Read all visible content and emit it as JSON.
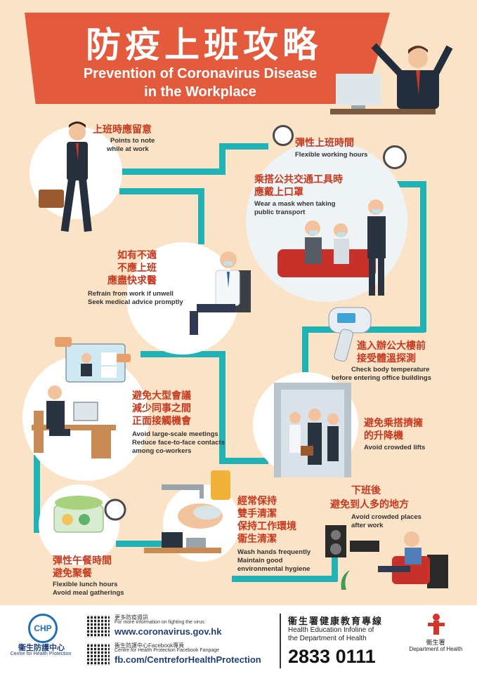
{
  "title": {
    "zh": "防疫上班攻略",
    "en_line1": "Prevention of Coronavirus Disease",
    "en_line2": "in the Workplace"
  },
  "colors": {
    "background": "#fbe3c7",
    "banner": "#e35a3c",
    "path": "#1fb3b6",
    "heading_zh": "#c7391f"
  },
  "sections": {
    "points": {
      "zh1": "上班時應留意",
      "en1": "Points to note",
      "en2": "while at work"
    },
    "flexible_hours": {
      "zh1": "彈性上班時間",
      "en1": "Flexible working hours"
    },
    "transport": {
      "zh1": "乘搭公共交通工具時",
      "zh2": "應戴上口罩",
      "en1": "Wear a mask when taking",
      "en2": "public transport"
    },
    "unwell": {
      "zh1": "如有不適",
      "zh2": "不應上班",
      "zh3": "應盡快求醫",
      "en1": "Refrain from work if unwell",
      "en2": "Seek medical advice promptly"
    },
    "temperature": {
      "zh1": "進入辦公大樓前",
      "zh2": "接受體溫探測",
      "en1": "Check body temperature",
      "en2": "before entering office buildings"
    },
    "meetings": {
      "zh1": "避免大型會議",
      "zh2": "減少同事之間",
      "zh3": "正面接觸機會",
      "en1": "Avoid large-scale meetings",
      "en2": "Reduce face-to-face contacts",
      "en3": "among co-workers"
    },
    "lifts": {
      "zh1": "避免乘搭擠擁",
      "zh2": "的升降機",
      "en1": "Avoid crowded lifts"
    },
    "hygiene": {
      "zh1": "經常保持",
      "zh2": "雙手清潔",
      "zh3": "保持工作環境",
      "zh4": "衞生清潔",
      "en1": "Wash hands frequently",
      "en2": "Maintain good",
      "en3": "environmental hygiene"
    },
    "after_work": {
      "zh1": "下班後",
      "zh2": "避免到人多的地方",
      "en1": "Avoid crowded places",
      "en2": "after work"
    },
    "lunch": {
      "zh1": "彈性午餐時間",
      "zh2": "避免聚餐",
      "en1": "Flexible lunch hours",
      "en2": "Avoid meal gatherings"
    }
  },
  "footer": {
    "chp_zh": "衞生防護中心",
    "chp_en": "Centre for Health Protection",
    "chp_logo": "CHP",
    "more_info_zh": "更多防疫資訊",
    "more_info_en": "For more information on fighting the virus:",
    "website": "www.coronavirus.gov.hk",
    "fb_zh": "衞生防護中心Facebook專頁",
    "fb_en": "Centre for Health Protection Facebook Fanpage",
    "fb_url": "fb.com/CentreforHealthProtection",
    "infoline_zh": "衞生署健康教育專線",
    "infoline_en1": "Health Education Infoline of",
    "infoline_en2": "the Department of Health",
    "phone": "2833 0111",
    "doh_zh": "衞生署",
    "doh_en": "Department of Health"
  }
}
